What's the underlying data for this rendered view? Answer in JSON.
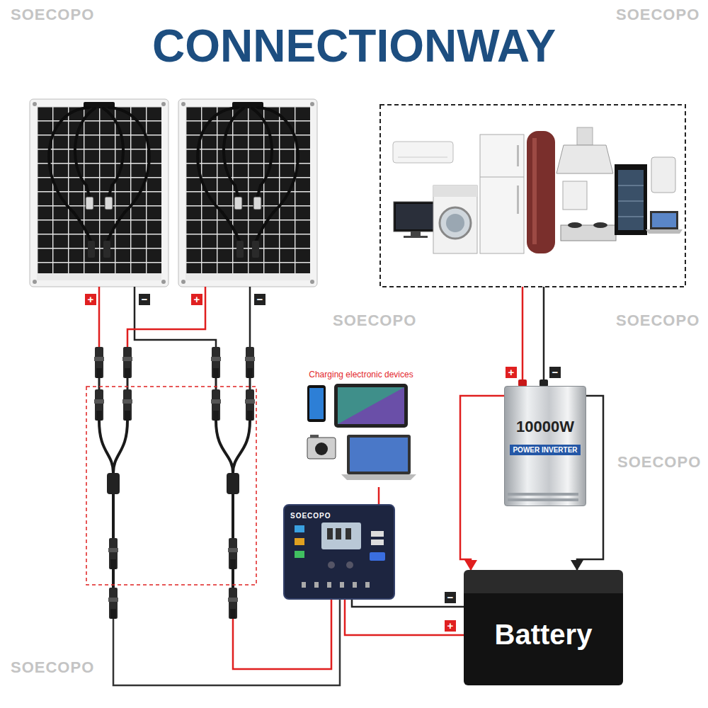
{
  "diagram": {
    "title": "CONNECTIONWAY",
    "nodes": [
      {
        "text": [
          "Charging electronic devices"
        ]
      },
      {
        "text": [
          "SOECOPO"
        ]
      },
      {
        "text": [
          "10000W",
          "POWER INVERTER"
        ]
      },
      {
        "text": [
          "Battery"
        ]
      }
    ],
    "edges": [
      {
        "from": 0,
        "to": 1,
        "arrow": "none"
      },
      {
        "from": 1,
        "to": 3,
        "arrow": "none"
      },
      {
        "from": 1,
        "to": 3,
        "arrow": "none"
      },
      {
        "from": 2,
        "to": 3,
        "arrow": "none"
      },
      {
        "from": 2,
        "to": 3,
        "arrow": "none"
      }
    ],
    "labels": [
      "SOECOPO",
      "SOECOPO",
      "+",
      "−",
      "+",
      "−",
      "SOECOPO",
      "SOECOPO",
      "+",
      "−",
      "SOECOPO",
      "−",
      "+",
      "SOECOPO"
    ]
  }
}
